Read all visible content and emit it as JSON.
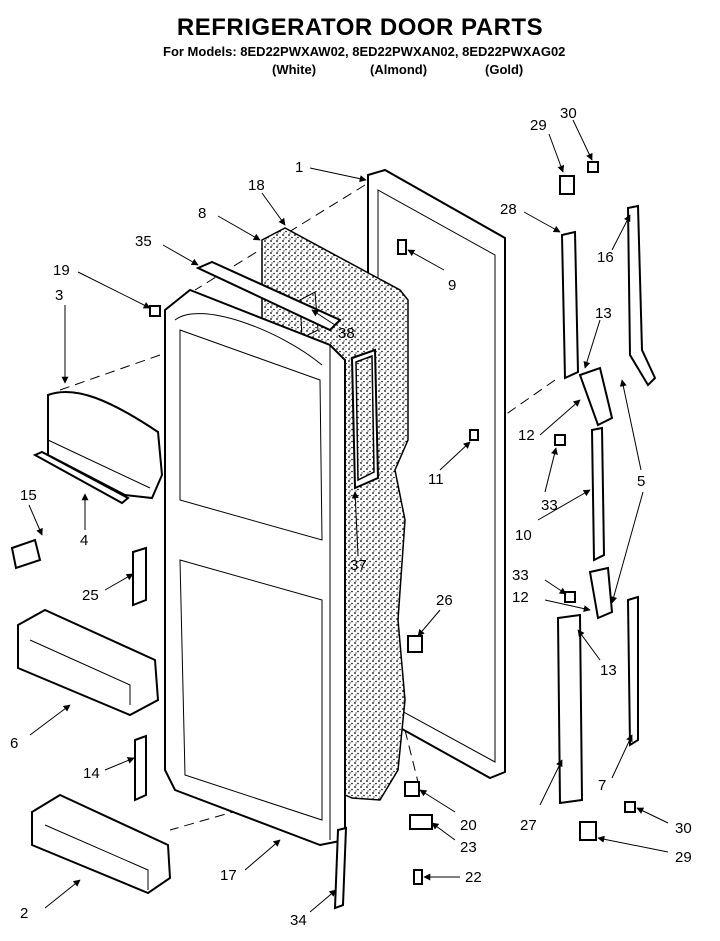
{
  "header": {
    "title": "REFRIGERATOR DOOR PARTS",
    "models_line": "For Models: 8ED22PWXAW02, 8ED22PWXAN02, 8ED22PWXAG02",
    "finishes": [
      "(White)",
      "(Almond)",
      "(Gold)"
    ]
  },
  "callouts": [
    {
      "id": "c1",
      "label": "1"
    },
    {
      "id": "c18",
      "label": "18"
    },
    {
      "id": "c8",
      "label": "8"
    },
    {
      "id": "c35",
      "label": "35"
    },
    {
      "id": "c19",
      "label": "19"
    },
    {
      "id": "c3",
      "label": "3"
    },
    {
      "id": "c9",
      "label": "9"
    },
    {
      "id": "c38",
      "label": "38"
    },
    {
      "id": "c28",
      "label": "28"
    },
    {
      "id": "c29a",
      "label": "29"
    },
    {
      "id": "c30a",
      "label": "30"
    },
    {
      "id": "c16",
      "label": "16"
    },
    {
      "id": "c13a",
      "label": "13"
    },
    {
      "id": "c12a",
      "label": "12"
    },
    {
      "id": "c11",
      "label": "11"
    },
    {
      "id": "c33a",
      "label": "33"
    },
    {
      "id": "c5",
      "label": "5"
    },
    {
      "id": "c10",
      "label": "10"
    },
    {
      "id": "c15",
      "label": "15"
    },
    {
      "id": "c4",
      "label": "4"
    },
    {
      "id": "c37",
      "label": "37"
    },
    {
      "id": "c25",
      "label": "25"
    },
    {
      "id": "c26",
      "label": "26"
    },
    {
      "id": "c33b",
      "label": "33"
    },
    {
      "id": "c12b",
      "label": "12"
    },
    {
      "id": "c13b",
      "label": "13"
    },
    {
      "id": "c6",
      "label": "6"
    },
    {
      "id": "c14",
      "label": "14"
    },
    {
      "id": "c7",
      "label": "7"
    },
    {
      "id": "c27",
      "label": "27"
    },
    {
      "id": "c20",
      "label": "20"
    },
    {
      "id": "c23",
      "label": "23"
    },
    {
      "id": "c30b",
      "label": "30"
    },
    {
      "id": "c29b",
      "label": "29"
    },
    {
      "id": "c17",
      "label": "17"
    },
    {
      "id": "c22",
      "label": "22"
    },
    {
      "id": "c2",
      "label": "2"
    },
    {
      "id": "c34",
      "label": "34"
    }
  ]
}
